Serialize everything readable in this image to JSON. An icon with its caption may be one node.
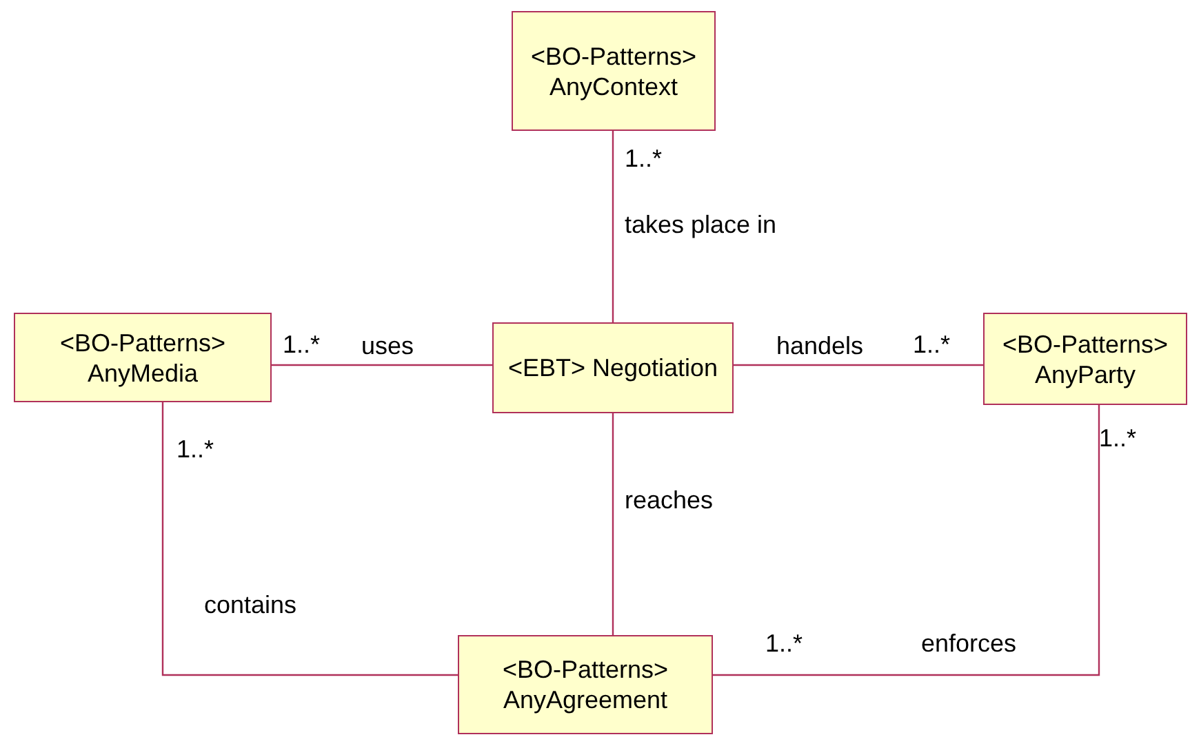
{
  "diagram": {
    "nodes": [
      {
        "text": [
          "<BO-Patterns> AnyContext"
        ]
      },
      {
        "text": [
          "<BO-Patterns> AnyMedia"
        ]
      },
      {
        "text": [
          "<EBT> Negotiation"
        ]
      },
      {
        "text": [
          "<BO-Patterns> AnyParty"
        ]
      },
      {
        "text": [
          "<BO-Patterns> AnyAgreement"
        ]
      }
    ],
    "edges": [
      {
        "from": 2,
        "to": 0,
        "arrow": "none",
        "label": "takes place in"
      },
      {
        "from": 2,
        "to": 1,
        "arrow": "none",
        "label": "uses"
      },
      {
        "from": 2,
        "to": 3,
        "arrow": "none",
        "label": "handels"
      },
      {
        "from": 2,
        "to": 4,
        "arrow": "none",
        "label": "reaches"
      },
      {
        "from": 1,
        "to": 4,
        "arrow": "none",
        "label": "contains"
      },
      {
        "from": 3,
        "to": 4,
        "arrow": "none",
        "label": "enforces"
      }
    ],
    "labels": [
      "1..*",
      "1..*",
      "1..*",
      "1..*",
      "1..*",
      "1..*"
    ]
  }
}
